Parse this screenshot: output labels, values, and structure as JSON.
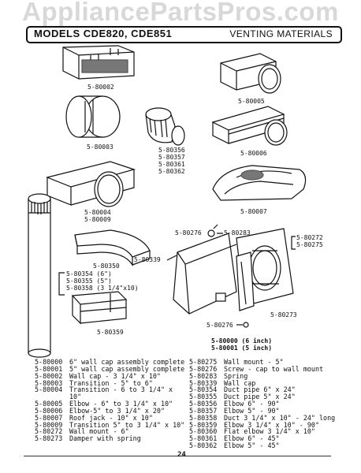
{
  "watermark": "AppliancePartsPros.com",
  "header": {
    "models": "MODELS CDE820, CDE851",
    "section": "VENTING MATERIALS"
  },
  "callouts": {
    "c80002": "5-80002",
    "c80003": "5-80003",
    "c80005": "5-80005",
    "c80356": "5-80356\n5-80357\n5-80361\n5-80362",
    "c80006": "5-80006",
    "c80004": "5-80004\n5-80009",
    "c80007": "5-80007",
    "c80276a": "5-80276",
    "c80283": "5-80283",
    "c80272": "5-80272\n5-80275",
    "c80339": "5-80339",
    "c80350": "5-80350",
    "c80354": "5-80354 (6\")\n5-80355 (5\")\n5-80358 (3 1/4\"x10)",
    "c80273": "5-80273",
    "c80359": "5-80359",
    "c80276b": "5-80276",
    "c80000": "5-80000 (6 inch)\n5-80001 (5 inch)"
  },
  "parts_left": [
    {
      "num": "5-80000",
      "desc": "6\" wall cap assembly complete"
    },
    {
      "num": "5-80001",
      "desc": "5\" wall cap assembly complete"
    },
    {
      "num": "5-80002",
      "desc": "Wall cap - 3 1/4\" x 10\""
    },
    {
      "num": "5-80003",
      "desc": "Transition - 5\" to 6\""
    },
    {
      "num": "5-80004",
      "desc": "Transition - 6 to 3 1/4\" x"
    },
    {
      "num": "",
      "desc": "10\""
    },
    {
      "num": "5-80005",
      "desc": "Elbow - 6\" to 3 1/4\" x 10\""
    },
    {
      "num": "5-80006",
      "desc": "Elbow-5\" to 3 1/4\" x 20\""
    },
    {
      "num": "5-80007",
      "desc": "Roof jack - 10\" x 10\""
    },
    {
      "num": "5-80009",
      "desc": "Transition 5\" to 3 1/4\" x 10\""
    },
    {
      "num": "5-80272",
      "desc": "Wall mount - 6\""
    },
    {
      "num": "5-80273",
      "desc": "Damper with spring"
    }
  ],
  "parts_right": [
    {
      "num": "5-80275",
      "desc": "Wall mount - 5\""
    },
    {
      "num": "5-80276",
      "desc": "Screw - cap to wall mount"
    },
    {
      "num": "5-80283",
      "desc": "Spring"
    },
    {
      "num": "5-80339",
      "desc": "Wall cap"
    },
    {
      "num": "5-80354",
      "desc": "Duct pipe 6\" x 24\""
    },
    {
      "num": "5-80355",
      "desc": "Duct pipe 5\" x 24\""
    },
    {
      "num": "5-80356",
      "desc": "Elbow 6\" - 90°"
    },
    {
      "num": "5-80357",
      "desc": "Elbow 5\" - 90°"
    },
    {
      "num": "5-80358",
      "desc": "Duct 3 1/4\" x 10\" - 24\" long"
    },
    {
      "num": "5-80359",
      "desc": "Elbow 3 1/4\" x 10\" - 90°"
    },
    {
      "num": "5-80360",
      "desc": "Flat elbow 3 1/4\" x 10\""
    },
    {
      "num": "5-80361",
      "desc": "Elbow 6\" - 45°"
    },
    {
      "num": "5-80362",
      "desc": "Elbow 5\" - 45°"
    }
  ],
  "page_number": "24"
}
